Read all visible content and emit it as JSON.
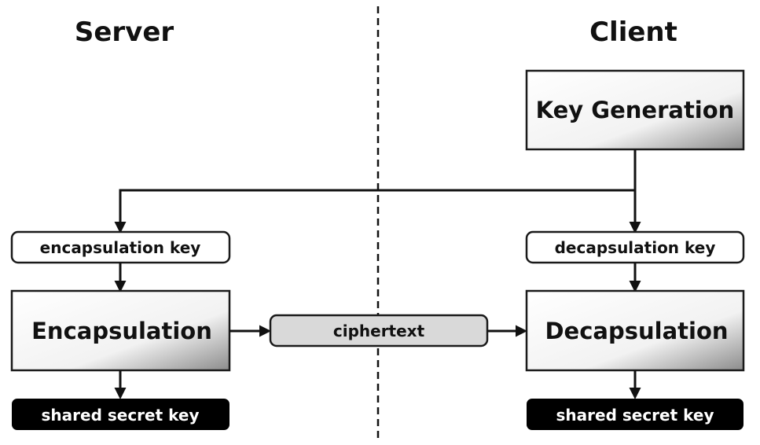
{
  "titles": {
    "server": "Server",
    "client": "Client"
  },
  "client": {
    "key_generation": "Key Generation",
    "decapsulation_key": "decapsulation key",
    "decapsulation": "Decapsulation",
    "shared_secret": "shared secret key"
  },
  "server": {
    "encapsulation_key": "encapsulation key",
    "encapsulation": "Encapsulation",
    "shared_secret": "shared secret key"
  },
  "transfer": {
    "ciphertext": "ciphertext"
  },
  "colors": {
    "box_gradient_light": "#ffffff",
    "box_gradient_dark": "#8c8c8c",
    "ciphertext_fill": "#d9d9d9",
    "secret_fill": "#000000",
    "stroke": "#111111"
  }
}
